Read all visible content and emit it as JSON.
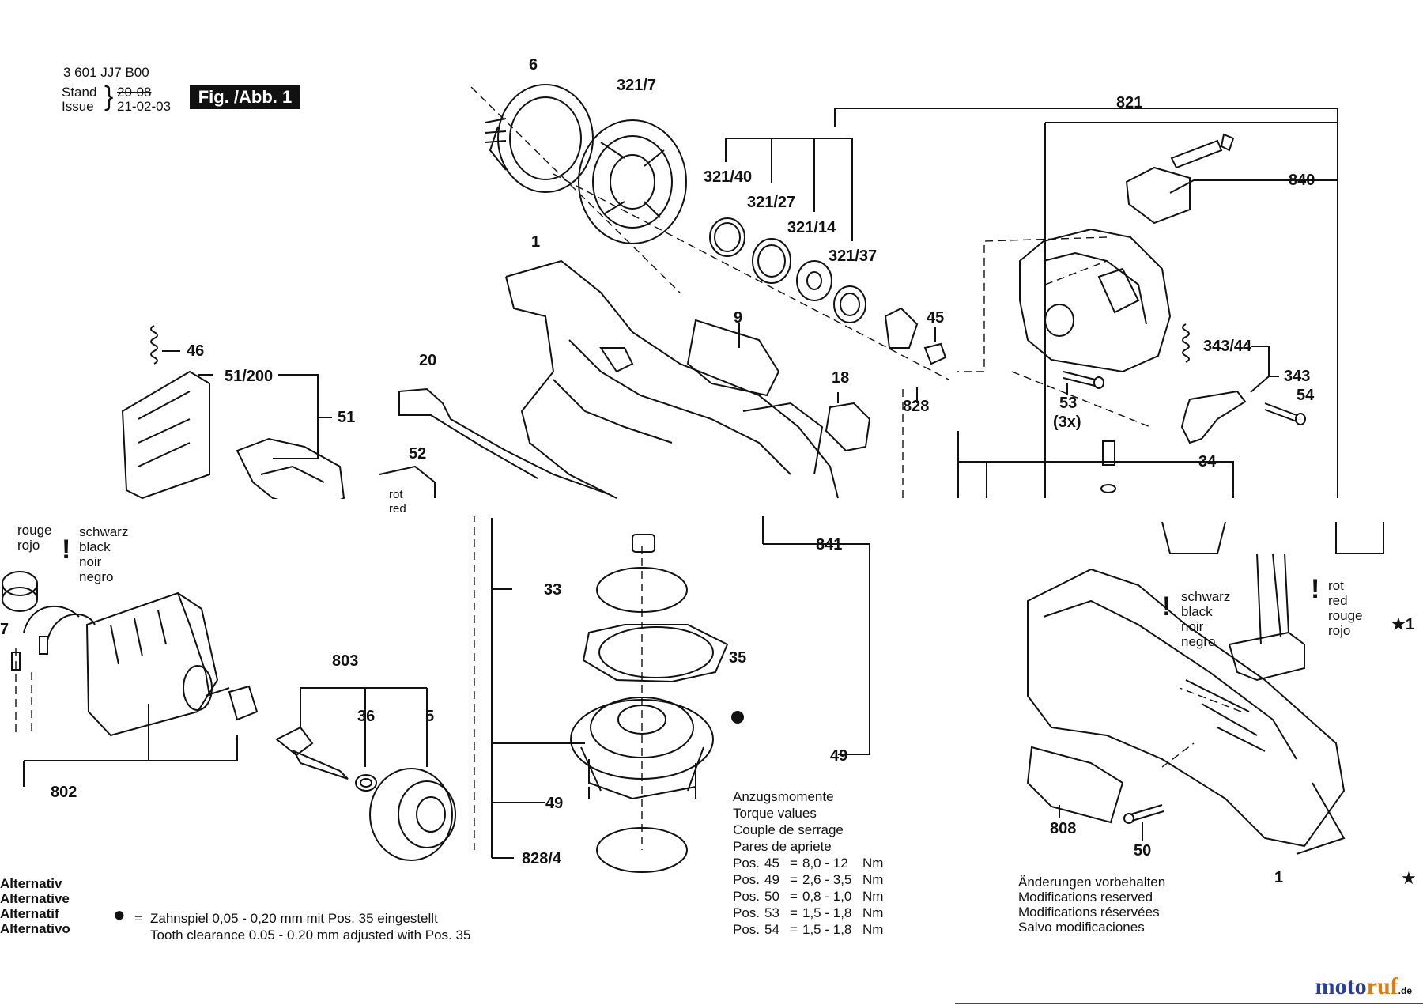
{
  "header": {
    "doc_number": "3 601 JJ7 B00",
    "stand_label": "Stand",
    "issue_label": "Issue",
    "stand_date": "20-08",
    "issue_date": "21-02-03",
    "figure_badge": "Fig. /Abb. 1"
  },
  "part_labels": [
    "6",
    "321/7",
    "821",
    "321/40",
    "840",
    "321/27",
    "321/14",
    "1",
    "321/37",
    "9",
    "45",
    "343/44",
    "46",
    "20",
    "343",
    "51/200",
    "18",
    "54",
    "51",
    "828",
    "53",
    "(3x)",
    "52",
    "34",
    "841",
    "33",
    "35",
    "803",
    "36",
    "5",
    "49",
    "802",
    "49",
    "828/4",
    "808",
    "50",
    "1",
    "7",
    "★1"
  ],
  "fragments": {
    "rot": "rot",
    "red": "red"
  },
  "wires_left": {
    "red_group": [
      "rouge",
      "rojo"
    ],
    "black_group": [
      "schwarz",
      "black",
      "noir",
      "negro"
    ]
  },
  "wires_right": {
    "black_group": [
      "schwarz",
      "black",
      "noir",
      "negro"
    ],
    "red_group": [
      "rot",
      "red",
      "rouge",
      "rojo"
    ]
  },
  "alternatives": [
    "Alternativ",
    "Alternative",
    "Alternatif",
    "Alternativo"
  ],
  "note": {
    "symbol": "●",
    "equals": "=",
    "line_de": "Zahnspiel 0,05 - 0,20 mm mit Pos. 35 eingestellt",
    "line_en": "Tooth clearance 0.05 - 0.20 mm adjusted with Pos. 35"
  },
  "torque": {
    "titles": [
      "Anzugsmomente",
      "Torque values",
      "Couple de serrage",
      "Pares de apriete"
    ],
    "rows": [
      {
        "pos": "Pos.",
        "num": "45",
        "eq": "=",
        "value": "8,0 - 12",
        "unit": "Nm"
      },
      {
        "pos": "Pos.",
        "num": "49",
        "eq": "=",
        "value": "2,6 - 3,5",
        "unit": "Nm"
      },
      {
        "pos": "Pos.",
        "num": "50",
        "eq": "=",
        "value": "0,8 - 1,0",
        "unit": "Nm"
      },
      {
        "pos": "Pos.",
        "num": "53",
        "eq": "=",
        "value": "1,5 - 1,8",
        "unit": "Nm"
      },
      {
        "pos": "Pos.",
        "num": "54",
        "eq": "=",
        "value": "1,5 - 1,8",
        "unit": "Nm"
      }
    ]
  },
  "disclaimer": [
    "Änderungen vorbehalten",
    "Modifications reserved",
    "Modifications réservées",
    "Salvo modificaciones"
  ],
  "star": "★",
  "brand": {
    "name": "motoruf",
    "tld": ".de",
    "colors": {
      "moto": "#2a3f8f",
      "ruf": "#e07a10"
    }
  }
}
